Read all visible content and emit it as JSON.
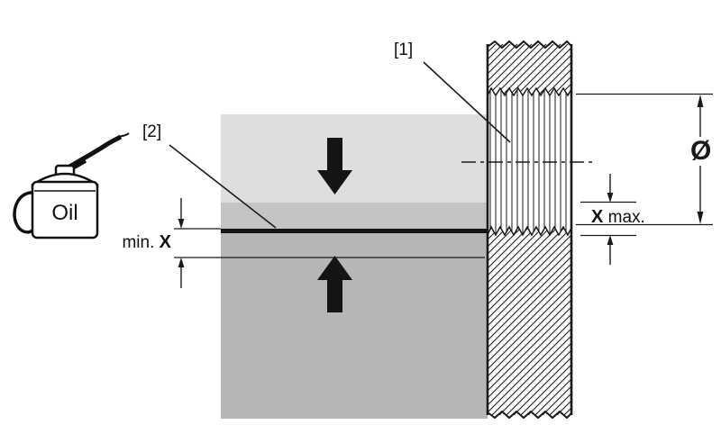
{
  "figure": {
    "oil_can_label": "Oil",
    "ref_1": "[1]",
    "ref_2": "[2]",
    "min_dim": {
      "prefix": "min.",
      "symbol": "X"
    },
    "max_dim": {
      "symbol": "X",
      "suffix": "max."
    },
    "diameter_symbol": "Ø"
  },
  "colors": {
    "upper_block": "#dedede",
    "mid_block": "#c4c4c4",
    "lower_block": "#b6b6b6",
    "oil_film": "#141414",
    "line": "#1a1a1a"
  }
}
